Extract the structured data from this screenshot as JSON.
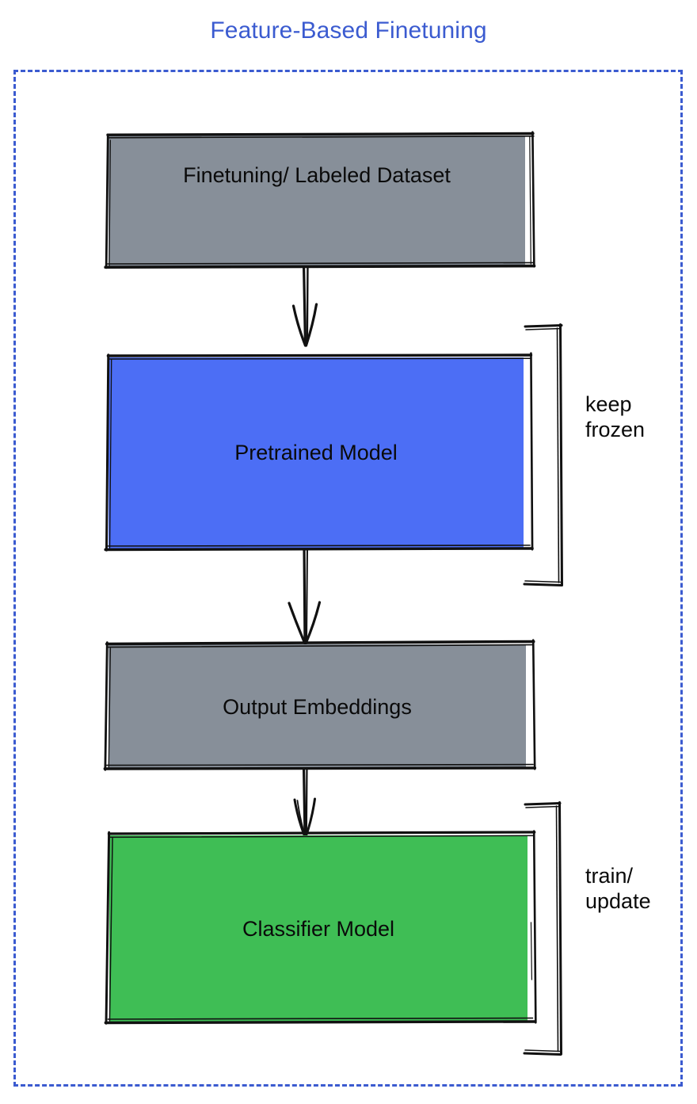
{
  "diagram": {
    "title": "Feature-Based Finetuning",
    "title_color": "#3b5bd0",
    "frame_color": "#3b5bd0",
    "nodes": [
      {
        "id": "dataset",
        "label": "Finetuning/ Labeled Dataset",
        "fill": "#878f99",
        "text_color": "#0a0a0a"
      },
      {
        "id": "pretrained",
        "label": "Pretrained Model",
        "fill": "#4c6ef5",
        "text_color": "#0a0a0a"
      },
      {
        "id": "embeddings",
        "label": "Output Embeddings",
        "fill": "#878f99",
        "text_color": "#0a0a0a"
      },
      {
        "id": "classifier",
        "label": "Classifier Model",
        "fill": "#3fbe55",
        "text_color": "#0a0a0a"
      }
    ],
    "edges": [
      {
        "id": "edge-1",
        "from": "dataset",
        "to": "pretrained",
        "style": "arrow-down"
      },
      {
        "id": "edge-2",
        "from": "pretrained",
        "to": "embeddings",
        "style": "arrow-down"
      },
      {
        "id": "edge-3",
        "from": "embeddings",
        "to": "classifier",
        "style": "arrow-down"
      }
    ],
    "annotations": [
      {
        "id": "frozen",
        "target": "pretrained",
        "label": "keep\nfrozen"
      },
      {
        "id": "train",
        "target": "classifier",
        "label": "train/\nupdate"
      }
    ]
  }
}
